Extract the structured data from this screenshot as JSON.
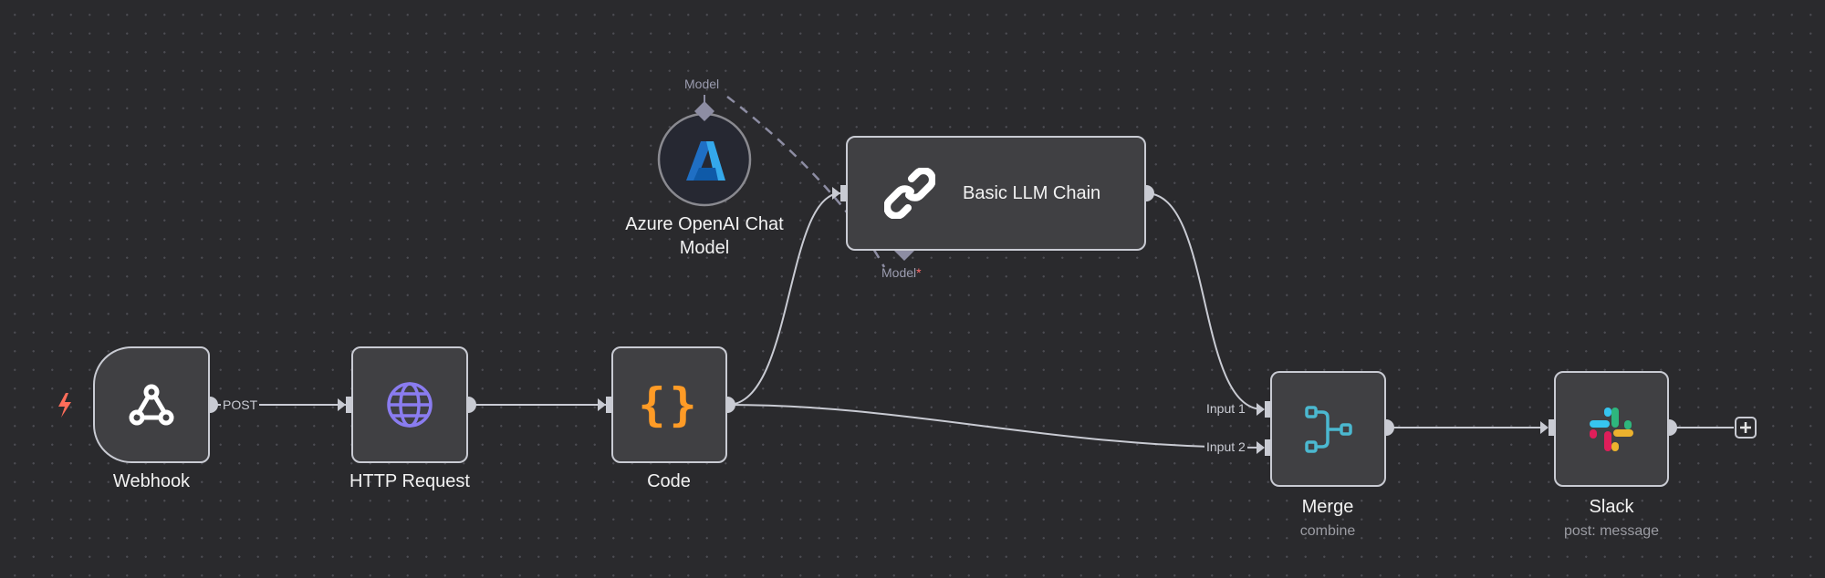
{
  "nodes": {
    "webhook": {
      "label": "Webhook",
      "output_label": "POST"
    },
    "http": {
      "label": "HTTP Request"
    },
    "code": {
      "label": "Code"
    },
    "azure": {
      "label_line1": "Azure OpenAI Chat",
      "label_line2": "Model",
      "output_label": "Model"
    },
    "llm": {
      "label": "Basic LLM Chain",
      "input_label": "Model",
      "required_mark": "*"
    },
    "merge": {
      "label": "Merge",
      "subtitle": "combine",
      "input1": "Input 1",
      "input2": "Input 2"
    },
    "slack": {
      "label": "Slack",
      "subtitle": "post: message"
    }
  },
  "colors": {
    "trigger": "#ff6d5a",
    "http_icon": "#8a7cf0",
    "code_icon": "#ff9b26",
    "merge_icon": "#4bb8d0"
  }
}
